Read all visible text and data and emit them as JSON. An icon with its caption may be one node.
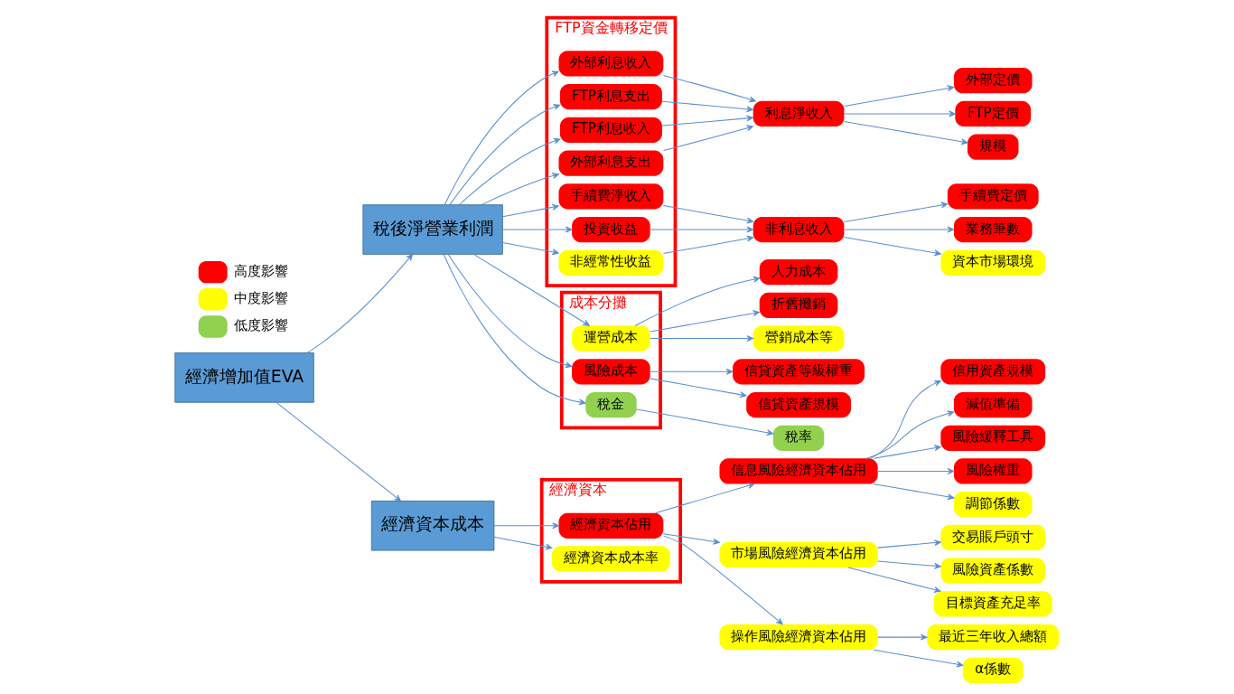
{
  "diagram": {
    "nodes": [
      {
        "text": [
          "經濟增加值EVA"
        ]
      },
      {
        "text": [
          "稅後淨營業利潤"
        ]
      },
      {
        "text": [
          "經濟資本成本"
        ]
      },
      {
        "text": [
          "FTP資金轉移定價"
        ]
      },
      {
        "text": [
          "外部利息收入"
        ],
        "in": 3
      },
      {
        "text": [
          "FTP利息支出"
        ],
        "in": 3
      },
      {
        "text": [
          "FTP利息收入"
        ],
        "in": 3
      },
      {
        "text": [
          "外部利息支出"
        ],
        "in": 3
      },
      {
        "text": [
          "手續費淨收入"
        ],
        "in": 3
      },
      {
        "text": [
          "投資收益"
        ],
        "in": 3
      },
      {
        "text": [
          "非經常性收益"
        ],
        "in": 3
      },
      {
        "text": [
          "成本分攤"
        ]
      },
      {
        "text": [
          "運營成本"
        ],
        "in": 11
      },
      {
        "text": [
          "風險成本"
        ],
        "in": 11
      },
      {
        "text": [
          "稅金"
        ],
        "in": 11
      },
      {
        "text": [
          "經濟資本"
        ]
      },
      {
        "text": [
          "經濟資本佔用"
        ],
        "in": 15
      },
      {
        "text": [
          "經濟資本成本率"
        ],
        "in": 15
      },
      {
        "text": [
          "利息淨收入"
        ]
      },
      {
        "text": [
          "非利息收入"
        ]
      },
      {
        "text": [
          "人力成本"
        ]
      },
      {
        "text": [
          "折舊攤銷"
        ]
      },
      {
        "text": [
          "營銷成本等"
        ]
      },
      {
        "text": [
          "信貸資產等級權重"
        ]
      },
      {
        "text": [
          "信貸資產規模"
        ]
      },
      {
        "text": [
          "稅率"
        ]
      },
      {
        "text": [
          "信息風險經濟資本佔用"
        ]
      },
      {
        "text": [
          "市場風險經濟資本佔用"
        ]
      },
      {
        "text": [
          "操作風險經濟資本佔用"
        ]
      },
      {
        "text": [
          "外部定價"
        ]
      },
      {
        "text": [
          "FTP定價"
        ]
      },
      {
        "text": [
          "規模"
        ]
      },
      {
        "text": [
          "手續費定價"
        ]
      },
      {
        "text": [
          "業務筆數"
        ]
      },
      {
        "text": [
          "資本市場環境"
        ]
      },
      {
        "text": [
          "信用資產規模"
        ]
      },
      {
        "text": [
          "減值準備"
        ]
      },
      {
        "text": [
          "風險緩釋工具"
        ]
      },
      {
        "text": [
          "風險權重"
        ]
      },
      {
        "text": [
          "調節係數"
        ]
      },
      {
        "text": [
          "交易賬戶頭寸"
        ]
      },
      {
        "text": [
          "風險資產係數"
        ]
      },
      {
        "text": [
          "目標資產充足率"
        ]
      },
      {
        "text": [
          "最近三年收入總額"
        ]
      },
      {
        "text": [
          "α係數"
        ]
      }
    ],
    "edges": [
      {
        "from": 0,
        "to": 1,
        "arrow": "to"
      },
      {
        "from": 0,
        "to": 2,
        "arrow": "to"
      },
      {
        "from": 1,
        "to": 4,
        "arrow": "to"
      },
      {
        "from": 1,
        "to": 5,
        "arrow": "to"
      },
      {
        "from": 1,
        "to": 6,
        "arrow": "to"
      },
      {
        "from": 1,
        "to": 7,
        "arrow": "to"
      },
      {
        "from": 1,
        "to": 8,
        "arrow": "to"
      },
      {
        "from": 1,
        "to": 9,
        "arrow": "to"
      },
      {
        "from": 1,
        "to": 10,
        "arrow": "to"
      },
      {
        "from": 1,
        "to": 12,
        "arrow": "to"
      },
      {
        "from": 1,
        "to": 13,
        "arrow": "to"
      },
      {
        "from": 1,
        "to": 14,
        "arrow": "to"
      },
      {
        "from": 2,
        "to": 16,
        "arrow": "to"
      },
      {
        "from": 2,
        "to": 17,
        "arrow": "to"
      },
      {
        "from": 4,
        "to": 18,
        "arrow": "to"
      },
      {
        "from": 5,
        "to": 18,
        "arrow": "to"
      },
      {
        "from": 6,
        "to": 18,
        "arrow": "to"
      },
      {
        "from": 7,
        "to": 18,
        "arrow": "to"
      },
      {
        "from": 8,
        "to": 19,
        "arrow": "to"
      },
      {
        "from": 9,
        "to": 19,
        "arrow": "to"
      },
      {
        "from": 10,
        "to": 19,
        "arrow": "to"
      },
      {
        "from": 12,
        "to": 20,
        "arrow": "to"
      },
      {
        "from": 12,
        "to": 21,
        "arrow": "to"
      },
      {
        "from": 12,
        "to": 22,
        "arrow": "to"
      },
      {
        "from": 13,
        "to": 23,
        "arrow": "to"
      },
      {
        "from": 13,
        "to": 24,
        "arrow": "to"
      },
      {
        "from": 14,
        "to": 25,
        "arrow": "to"
      },
      {
        "from": 16,
        "to": 26,
        "arrow": "to"
      },
      {
        "from": 16,
        "to": 27,
        "arrow": "to"
      },
      {
        "from": 16,
        "to": 28,
        "arrow": "to"
      },
      {
        "from": 18,
        "to": 29,
        "arrow": "to"
      },
      {
        "from": 18,
        "to": 30,
        "arrow": "to"
      },
      {
        "from": 18,
        "to": 31,
        "arrow": "to"
      },
      {
        "from": 19,
        "to": 32,
        "arrow": "to"
      },
      {
        "from": 19,
        "to": 33,
        "arrow": "to"
      },
      {
        "from": 19,
        "to": 34,
        "arrow": "to"
      },
      {
        "from": 26,
        "to": 35,
        "arrow": "to"
      },
      {
        "from": 26,
        "to": 36,
        "arrow": "to"
      },
      {
        "from": 26,
        "to": 37,
        "arrow": "to"
      },
      {
        "from": 26,
        "to": 38,
        "arrow": "to"
      },
      {
        "from": 26,
        "to": 39,
        "arrow": "to"
      },
      {
        "from": 27,
        "to": 40,
        "arrow": "to"
      },
      {
        "from": 27,
        "to": 41,
        "arrow": "to"
      },
      {
        "from": 27,
        "to": 42,
        "arrow": "to"
      },
      {
        "from": 28,
        "to": 43,
        "arrow": "to"
      },
      {
        "from": 28,
        "to": 44,
        "arrow": "to"
      }
    ],
    "legend": [
      {
        "text": "高度影響",
        "color": "#ff0000"
      },
      {
        "text": "中度影響",
        "color": "#ffff00"
      },
      {
        "text": "低度影響",
        "color": "#92d050"
      }
    ]
  }
}
